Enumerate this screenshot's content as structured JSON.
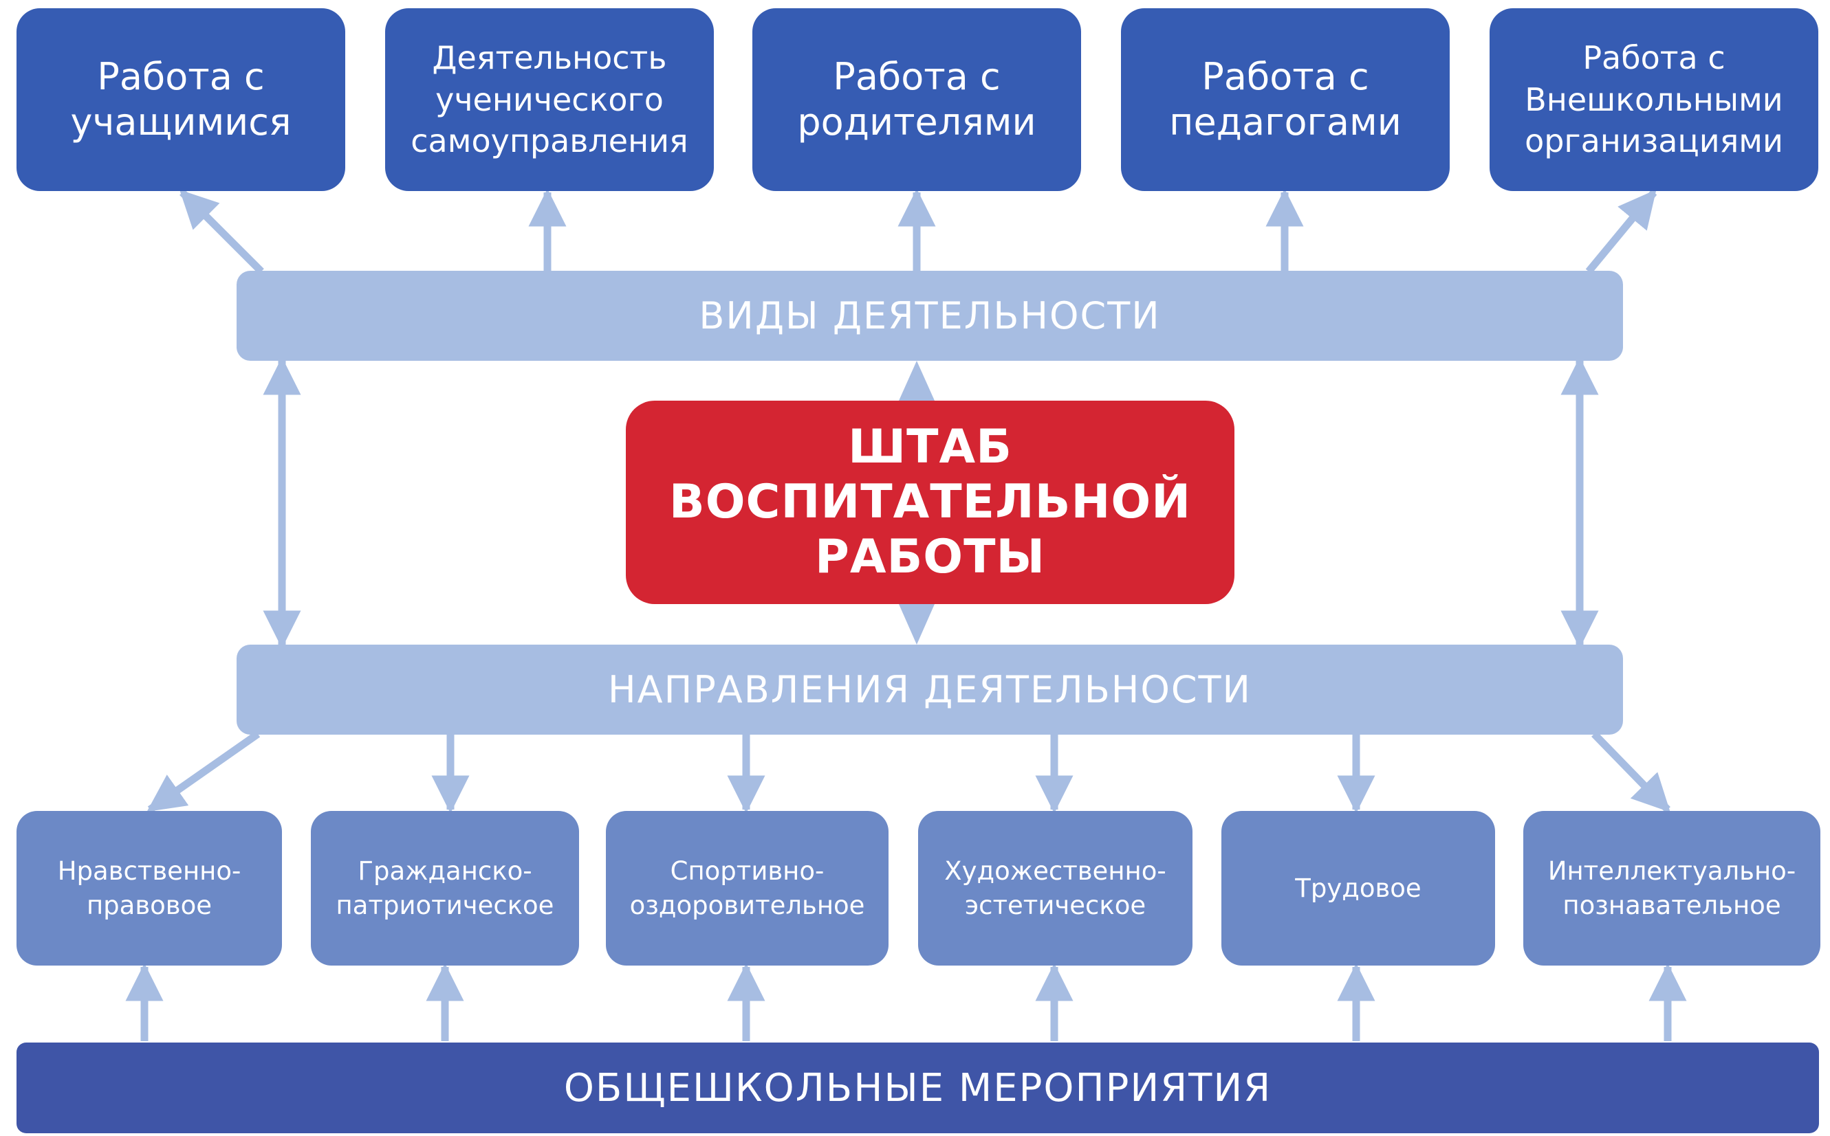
{
  "top_activities": [
    "Работа с\nучащимися",
    "Деятельность\nученического\nсамоуправления",
    "Работа с\nродителями",
    "Работа с\nпедагогами",
    "Работа с\nВнешкольными\nорганизациями"
  ],
  "activity_types_label": "ВИДЫ ДЕЯТЕЛЬНОСТИ",
  "headquarters_label": "ШТАБ\nВОСПИТАТЕЛЬНОЙ\nРАБОТЫ",
  "activity_directions_label": "НАПРАВЛЕНИЯ ДЕЯТЕЛЬНОСТИ",
  "directions": [
    "Нравственно-\nправовое",
    "Гражданско-\nпатриотическое",
    "Спортивно-\nоздоровительное",
    "Художественно-\nэстетическое",
    "Трудовое",
    "Интеллектуально-\nпознавательное"
  ],
  "school_events_label": "ОБЩЕШКОЛЬНЫЕ МЕРОПРИЯТИЯ",
  "colors": {
    "top_box": "#365cb3",
    "band": "#a7bde2",
    "headquarters": "#d42532",
    "direction_box": "#6c89c6",
    "footer": "#3f55a7",
    "arrow": "#a7bde2"
  }
}
